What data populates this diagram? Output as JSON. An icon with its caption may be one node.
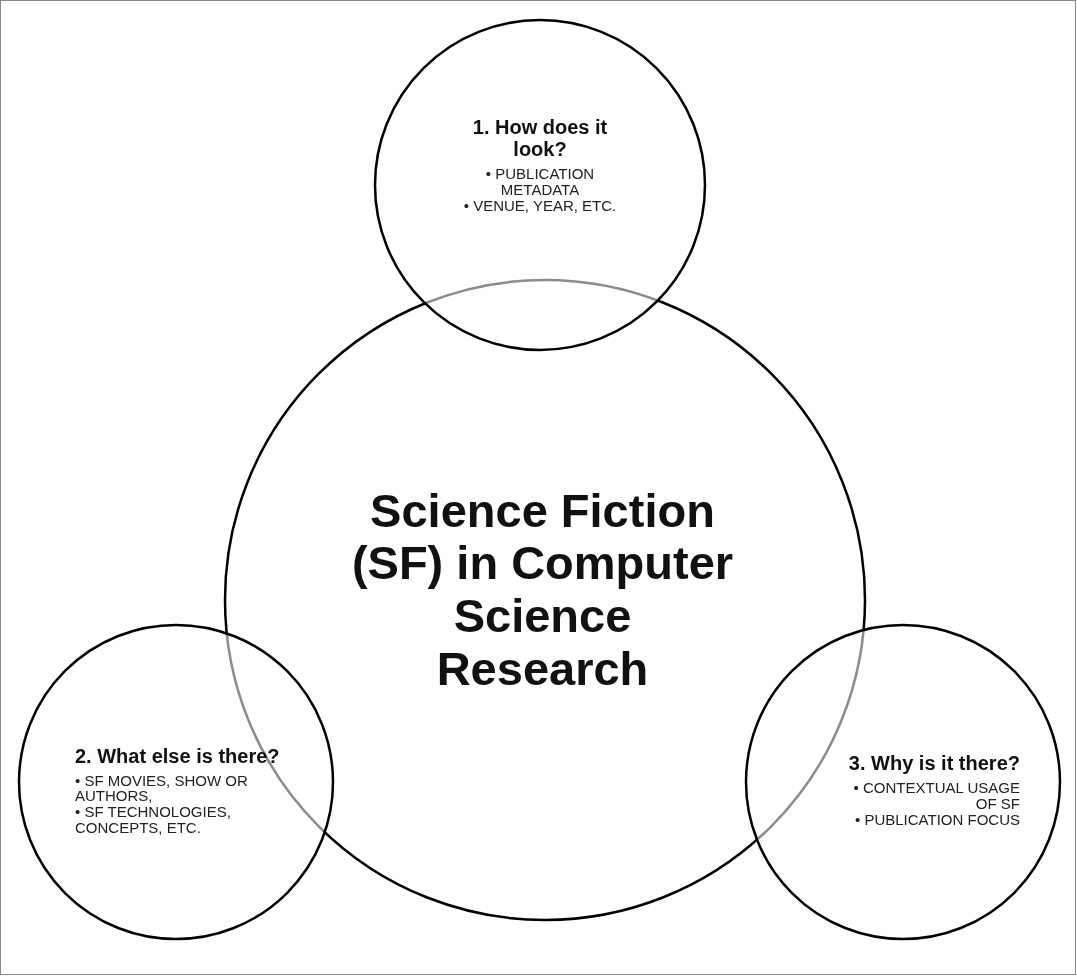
{
  "diagram": {
    "nodes": [
      {
        "text": [
          "Science Fiction (SF) in Computer Science Research"
        ]
      },
      {
        "text": [
          "1. How does it look?",
          "• PUBLICATION METADATA",
          "• VENUE, YEAR, ETC."
        ]
      },
      {
        "text": [
          "2. What else is there?",
          "• SF MOVIES, SHOW OR AUTHORS,",
          "• SF TECHNOLOGIES, CONCEPTS, ETC."
        ]
      },
      {
        "text": [
          "3. Why is it there?",
          "• CONTEXTUAL USAGE OF SF",
          "• PUBLICATION FOCUS"
        ]
      }
    ]
  }
}
